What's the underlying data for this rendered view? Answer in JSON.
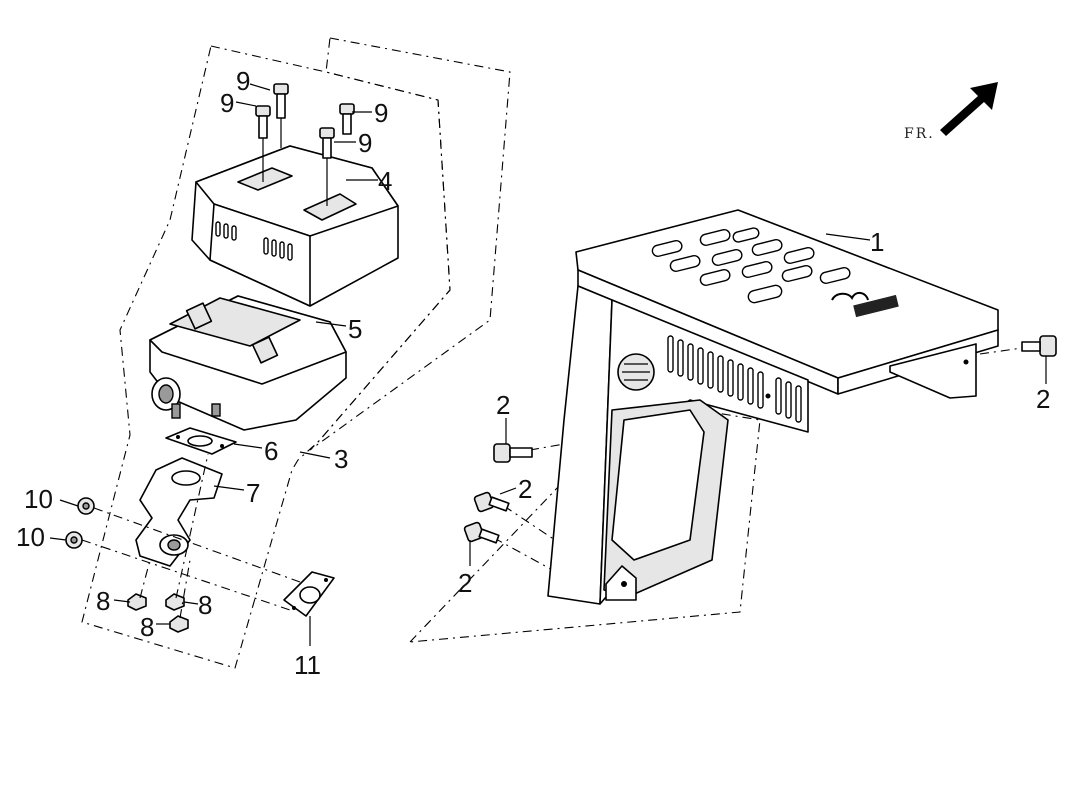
{
  "direction_label": "FR.",
  "callouts": {
    "c1": "1",
    "c2a": "2",
    "c2b": "2",
    "c2c": "2",
    "c2d": "2",
    "c3": "3",
    "c4": "4",
    "c5": "5",
    "c6": "6",
    "c7": "7",
    "c8a": "8",
    "c8b": "8",
    "c8c": "8",
    "c9a": "9",
    "c9b": "9",
    "c9c": "9",
    "c9d": "9",
    "c10a": "10",
    "c10b": "10",
    "c11": "11"
  }
}
